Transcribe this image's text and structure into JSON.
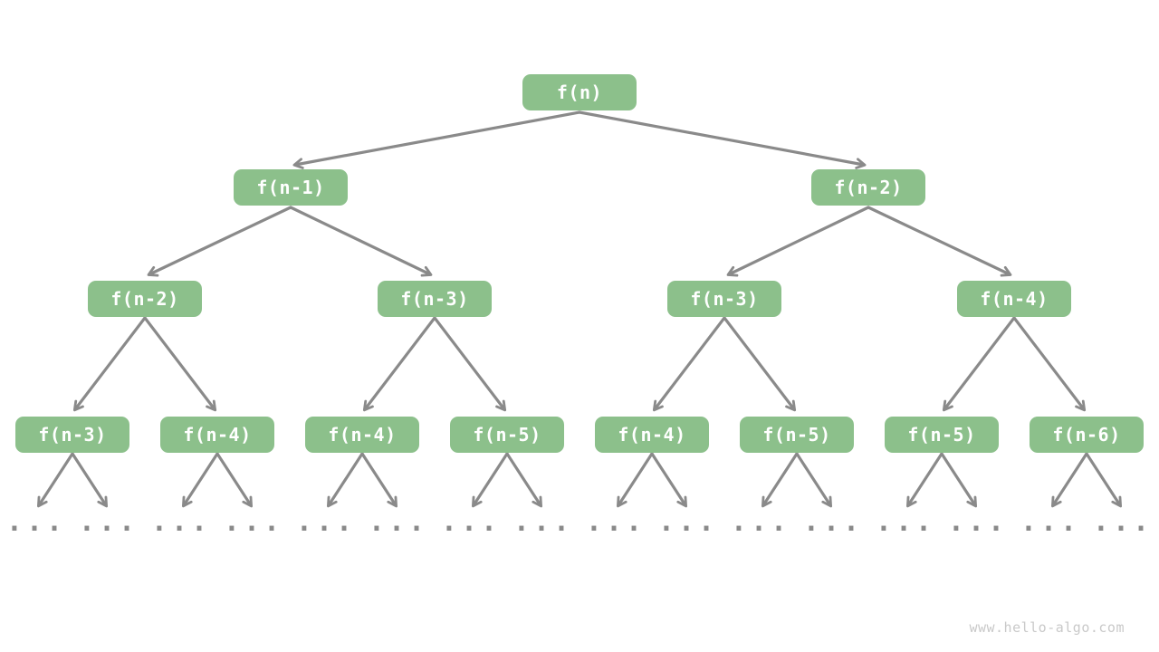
{
  "diagram": {
    "type": "recursion-tree",
    "tree": {
      "levels": [
        {
          "depth": 1,
          "nodes": [
            "f(n)"
          ]
        },
        {
          "depth": 2,
          "nodes": [
            "f(n-1)",
            "f(n-2)"
          ]
        },
        {
          "depth": 3,
          "nodes": [
            "f(n-2)",
            "f(n-3)",
            "f(n-3)",
            "f(n-4)"
          ]
        },
        {
          "depth": 4,
          "nodes": [
            "f(n-3)",
            "f(n-4)",
            "f(n-4)",
            "f(n-5)",
            "f(n-4)",
            "f(n-5)",
            "f(n-5)",
            "f(n-6)"
          ]
        }
      ],
      "ellipsis": "..."
    },
    "colors": {
      "node_fill": "#8cc08b",
      "node_text": "#ffffff",
      "arrow": "#8a8a8a",
      "ellipsis": "#8a8a8a",
      "watermark": "#c9c9c9",
      "background": "#ffffff"
    }
  },
  "footer": {
    "watermark": "www.hello-algo.com"
  }
}
